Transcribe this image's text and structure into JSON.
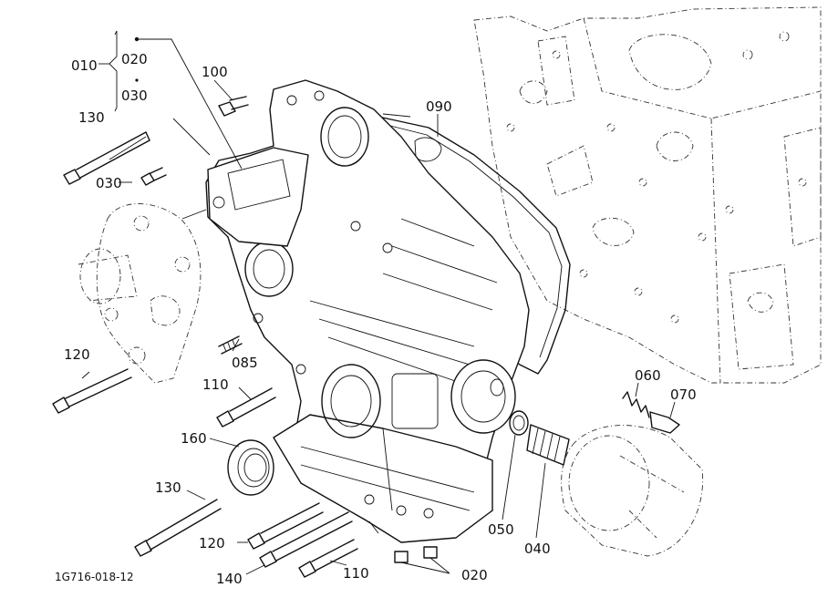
{
  "diagram_code": "1G716-018-12",
  "callouts": {
    "p010": "010",
    "p020_top": "020",
    "p030_top": "030",
    "p100": "100",
    "p130_top": "130",
    "p030": "030",
    "p090": "090",
    "p120_left": "120",
    "p085": "085",
    "p110_mid": "110",
    "p060": "060",
    "p070": "070",
    "p160": "160",
    "p130_bottom": "130",
    "p120_bottom": "120",
    "p140": "140",
    "p110_bottom": "110",
    "p020_bottom": "020",
    "p050": "050",
    "p040": "040"
  }
}
